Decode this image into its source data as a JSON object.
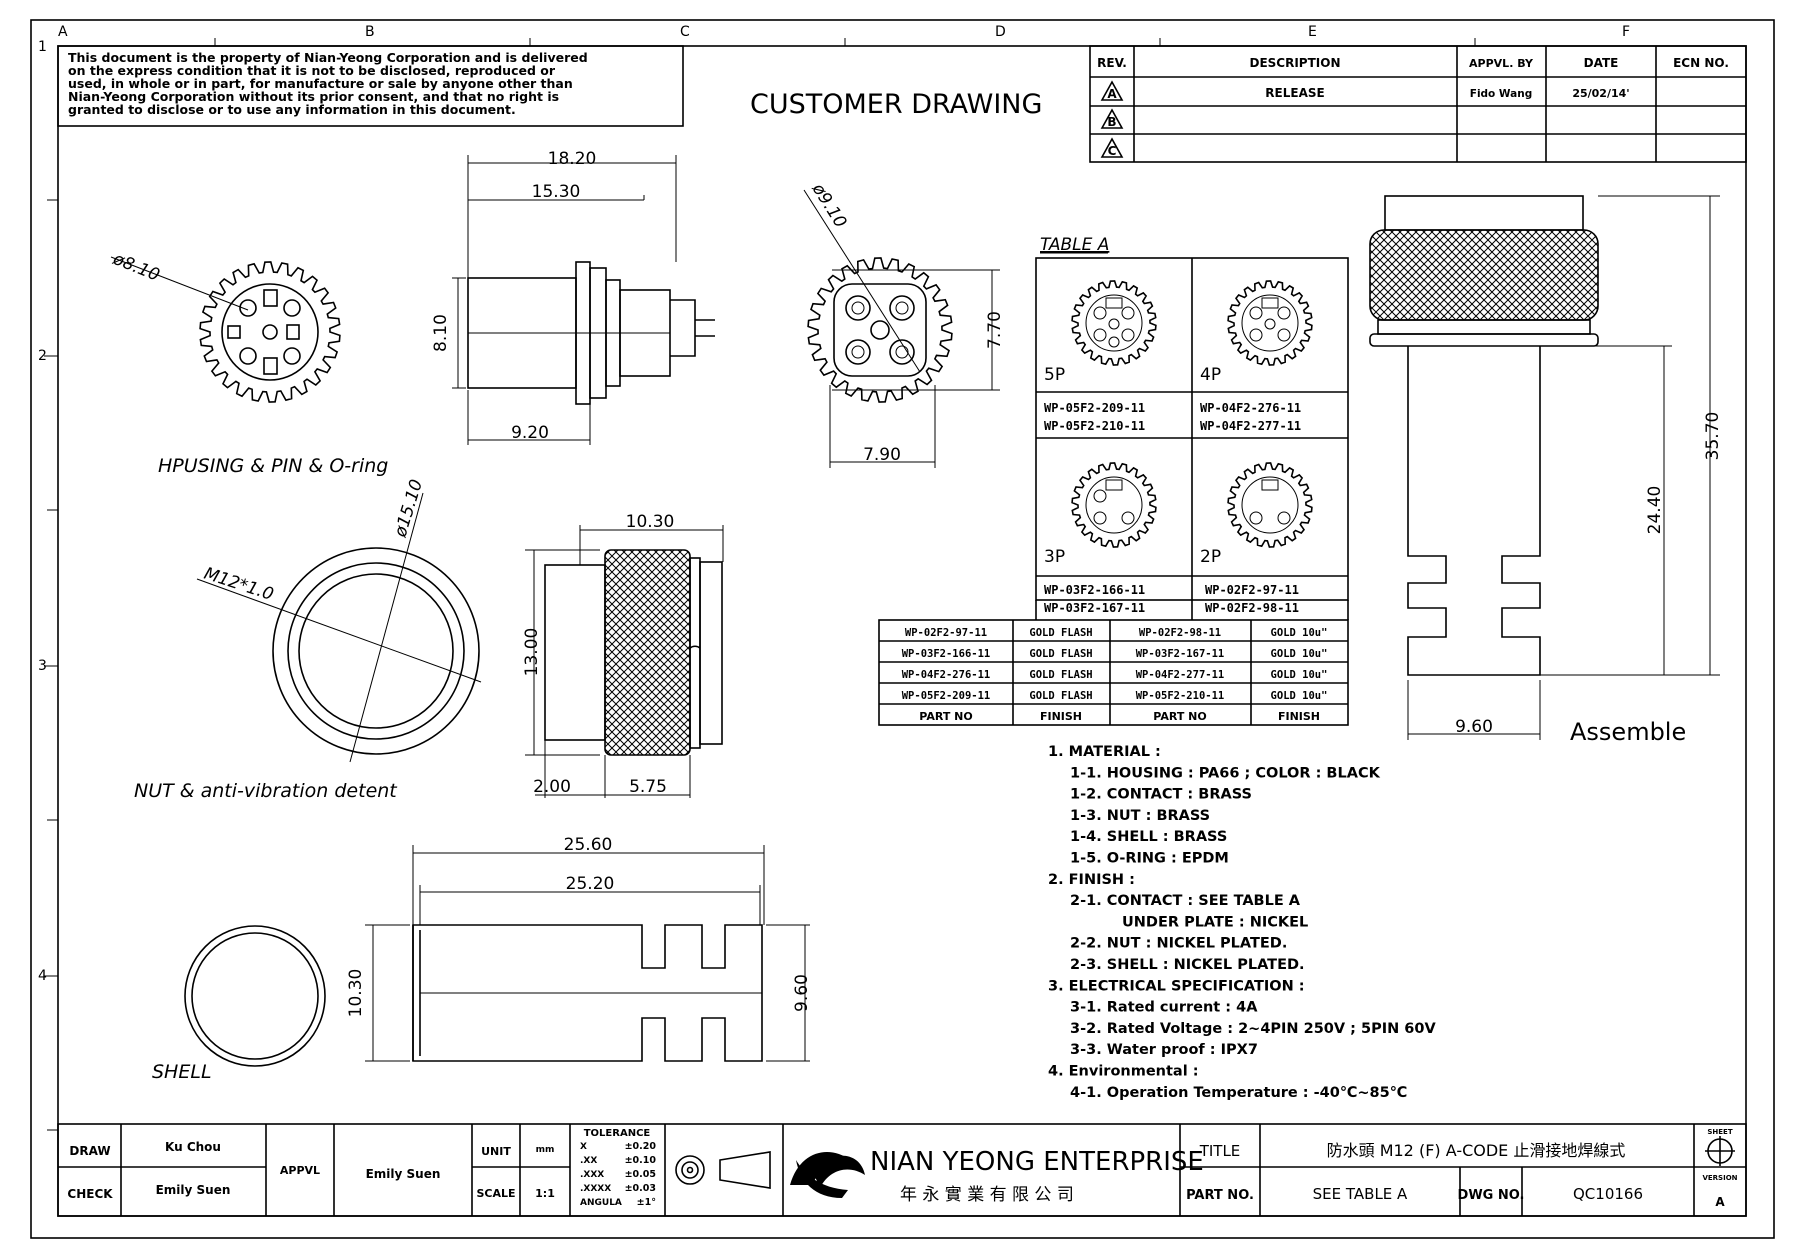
{
  "grid": {
    "cols": [
      "A",
      "B",
      "C",
      "D",
      "E",
      "F"
    ],
    "rows": [
      "1",
      "2",
      "3",
      "4"
    ]
  },
  "disclaimer": [
    "This document is the property of Nian-Yeong Corporation and is delivered",
    "on  the  express condition that it is not to be disclosed, reproduced or",
    "used, in whole or in part, for manufacture or sale by anyone other than",
    "Nian-Yeong Corporation without  its prior consent, and that  no right  is",
    "granted to disclose or to use any information in this  document."
  ],
  "header_title": "CUSTOMER  DRAWING",
  "revision": {
    "headers": [
      "REV.",
      "DESCRIPTION",
      "APPVL. BY",
      "DATE",
      "ECN NO."
    ],
    "rows": [
      {
        "rev": "A",
        "description": "RELEASE",
        "appvl": "Fido Wang",
        "date": "25/02/14'",
        "ecn": ""
      },
      {
        "rev": "B",
        "description": "",
        "appvl": "",
        "date": "",
        "ecn": ""
      },
      {
        "rev": "C",
        "description": "",
        "appvl": "",
        "date": "",
        "ecn": ""
      }
    ]
  },
  "dims": {
    "d_8_10": "ø8.10",
    "d_18_20": "18.20",
    "d_15_30": "15.30",
    "d_8_10b": "8.10",
    "d_9_20": "9.20",
    "d_9_10": "ø9.10",
    "d_7_70": "7.70",
    "d_7_90": "7.90",
    "d_15_10": "ø15.10",
    "d_m12": "M12*1.0",
    "d_10_30": "10.30",
    "d_13_00": "13.00",
    "d_2_00": "2.00",
    "d_5_75": "5.75",
    "d_25_60": "25.60",
    "d_25_20": "25.20",
    "d_10_30b": "10.30",
    "d_9_60": "9.60",
    "d_35_70": "35.70",
    "d_24_40": "24.40",
    "d_9_60b": "9.60"
  },
  "labels": {
    "housing": "HPUSING & PIN & O-ring",
    "nut": "NUT & anti-vibration detent",
    "shell": "SHELL",
    "assemble": "Assemble"
  },
  "table_a": {
    "title": "TABLE A",
    "cells": [
      {
        "pins": "5P",
        "parts": [
          "WP-05F2-209-11",
          "WP-05F2-210-11"
        ]
      },
      {
        "pins": "4P",
        "parts": [
          "WP-04F2-276-11",
          "WP-04F2-277-11"
        ]
      },
      {
        "pins": "3P",
        "parts": [
          "WP-03F2-166-11",
          "WP-03F2-167-11"
        ]
      },
      {
        "pins": "2P",
        "parts": [
          "WP-02F2-97-11",
          "WP-02F2-98-11"
        ]
      }
    ]
  },
  "finish_table": {
    "rows": [
      [
        "WP-02F2-97-11",
        "GOLD FLASH",
        "WP-02F2-98-11",
        "GOLD  10u\""
      ],
      [
        "WP-03F2-166-11",
        "GOLD FLASH",
        "WP-03F2-167-11",
        "GOLD  10u\""
      ],
      [
        "WP-04F2-276-11",
        "GOLD FLASH",
        "WP-04F2-277-11",
        "GOLD  10u\""
      ],
      [
        "WP-05F2-209-11",
        "GOLD FLASH",
        "WP-05F2-210-11",
        "GOLD  10u\""
      ]
    ],
    "headers": [
      "PART  NO",
      "FINISH",
      "PART  NO",
      "FINISH"
    ]
  },
  "spec_notes": [
    {
      "indent": 0,
      "text": "1.  MATERIAL  :"
    },
    {
      "indent": 1,
      "text": "1-1.  HOUSING  :  PA66  ;  COLOR  :  BLACK"
    },
    {
      "indent": 1,
      "text": "1-2.  CONTACT  :  BRASS"
    },
    {
      "indent": 1,
      "text": "1-3.  NUT  :  BRASS"
    },
    {
      "indent": 1,
      "text": "1-4.  SHELL  :  BRASS"
    },
    {
      "indent": 1,
      "text": "1-5.  O-RING  :  EPDM"
    },
    {
      "indent": 0,
      "text": "2.  FINISH  :"
    },
    {
      "indent": 1,
      "text": "2-1.  CONTACT  :  SEE  TABLE  A"
    },
    {
      "indent": 2,
      "text": "UNDER  PLATE  :  NICKEL"
    },
    {
      "indent": 1,
      "text": "2-2.  NUT  :  NICKEL  PLATED."
    },
    {
      "indent": 1,
      "text": "2-3.  SHELL  :  NICKEL  PLATED."
    },
    {
      "indent": 0,
      "text": "3.  ELECTRICAL  SPECIFICATION  :"
    },
    {
      "indent": 1,
      "text": "3-1.  Rated  current  :  4A"
    },
    {
      "indent": 1,
      "text": "3-2.  Rated  Voltage  :  2~4PIN  250V  ;  5PIN  60V"
    },
    {
      "indent": 1,
      "text": "3-3.  Water  proof  :  IPX7"
    },
    {
      "indent": 0,
      "text": "4.  Environmental  :"
    },
    {
      "indent": 1,
      "text": "4-1.  Operation  Temperature  :  -40℃~85℃"
    }
  ],
  "title_block": {
    "draw_label": "DRAW",
    "draw_value": "Ku Chou",
    "check_label": "CHECK",
    "check_value": "Emily Suen",
    "appvl_label": "APPVL",
    "appvl_value": "Emily Suen",
    "unit_label": "UNIT",
    "unit_value": "mm",
    "scale_label": "SCALE",
    "scale_value": "1:1",
    "tolerance_title": "TOLERANCE",
    "tolerance_rows": [
      [
        "X",
        "±0.20"
      ],
      [
        ".XX",
        "±0.10"
      ],
      [
        ".XXX",
        "±0.05"
      ],
      [
        ".XXXX",
        "±0.03"
      ],
      [
        "ANGULA",
        "±1°"
      ]
    ],
    "company_en": "NIAN YEONG ENTERPRISE",
    "company_cn": "年 永 實 業 有 限 公 司",
    "title_label": "TITLE",
    "title_value": "防水頭  M12  (F)  A-CODE  止滑接地焊線式",
    "partno_label": "PART NO.",
    "partno_value": "SEE  TABLE  A",
    "dwgno_label": "DWG NO.",
    "dwgno_value": "QC10166",
    "sheet_label": "SHEET",
    "version_label": "VERSION",
    "version_value": "A"
  }
}
